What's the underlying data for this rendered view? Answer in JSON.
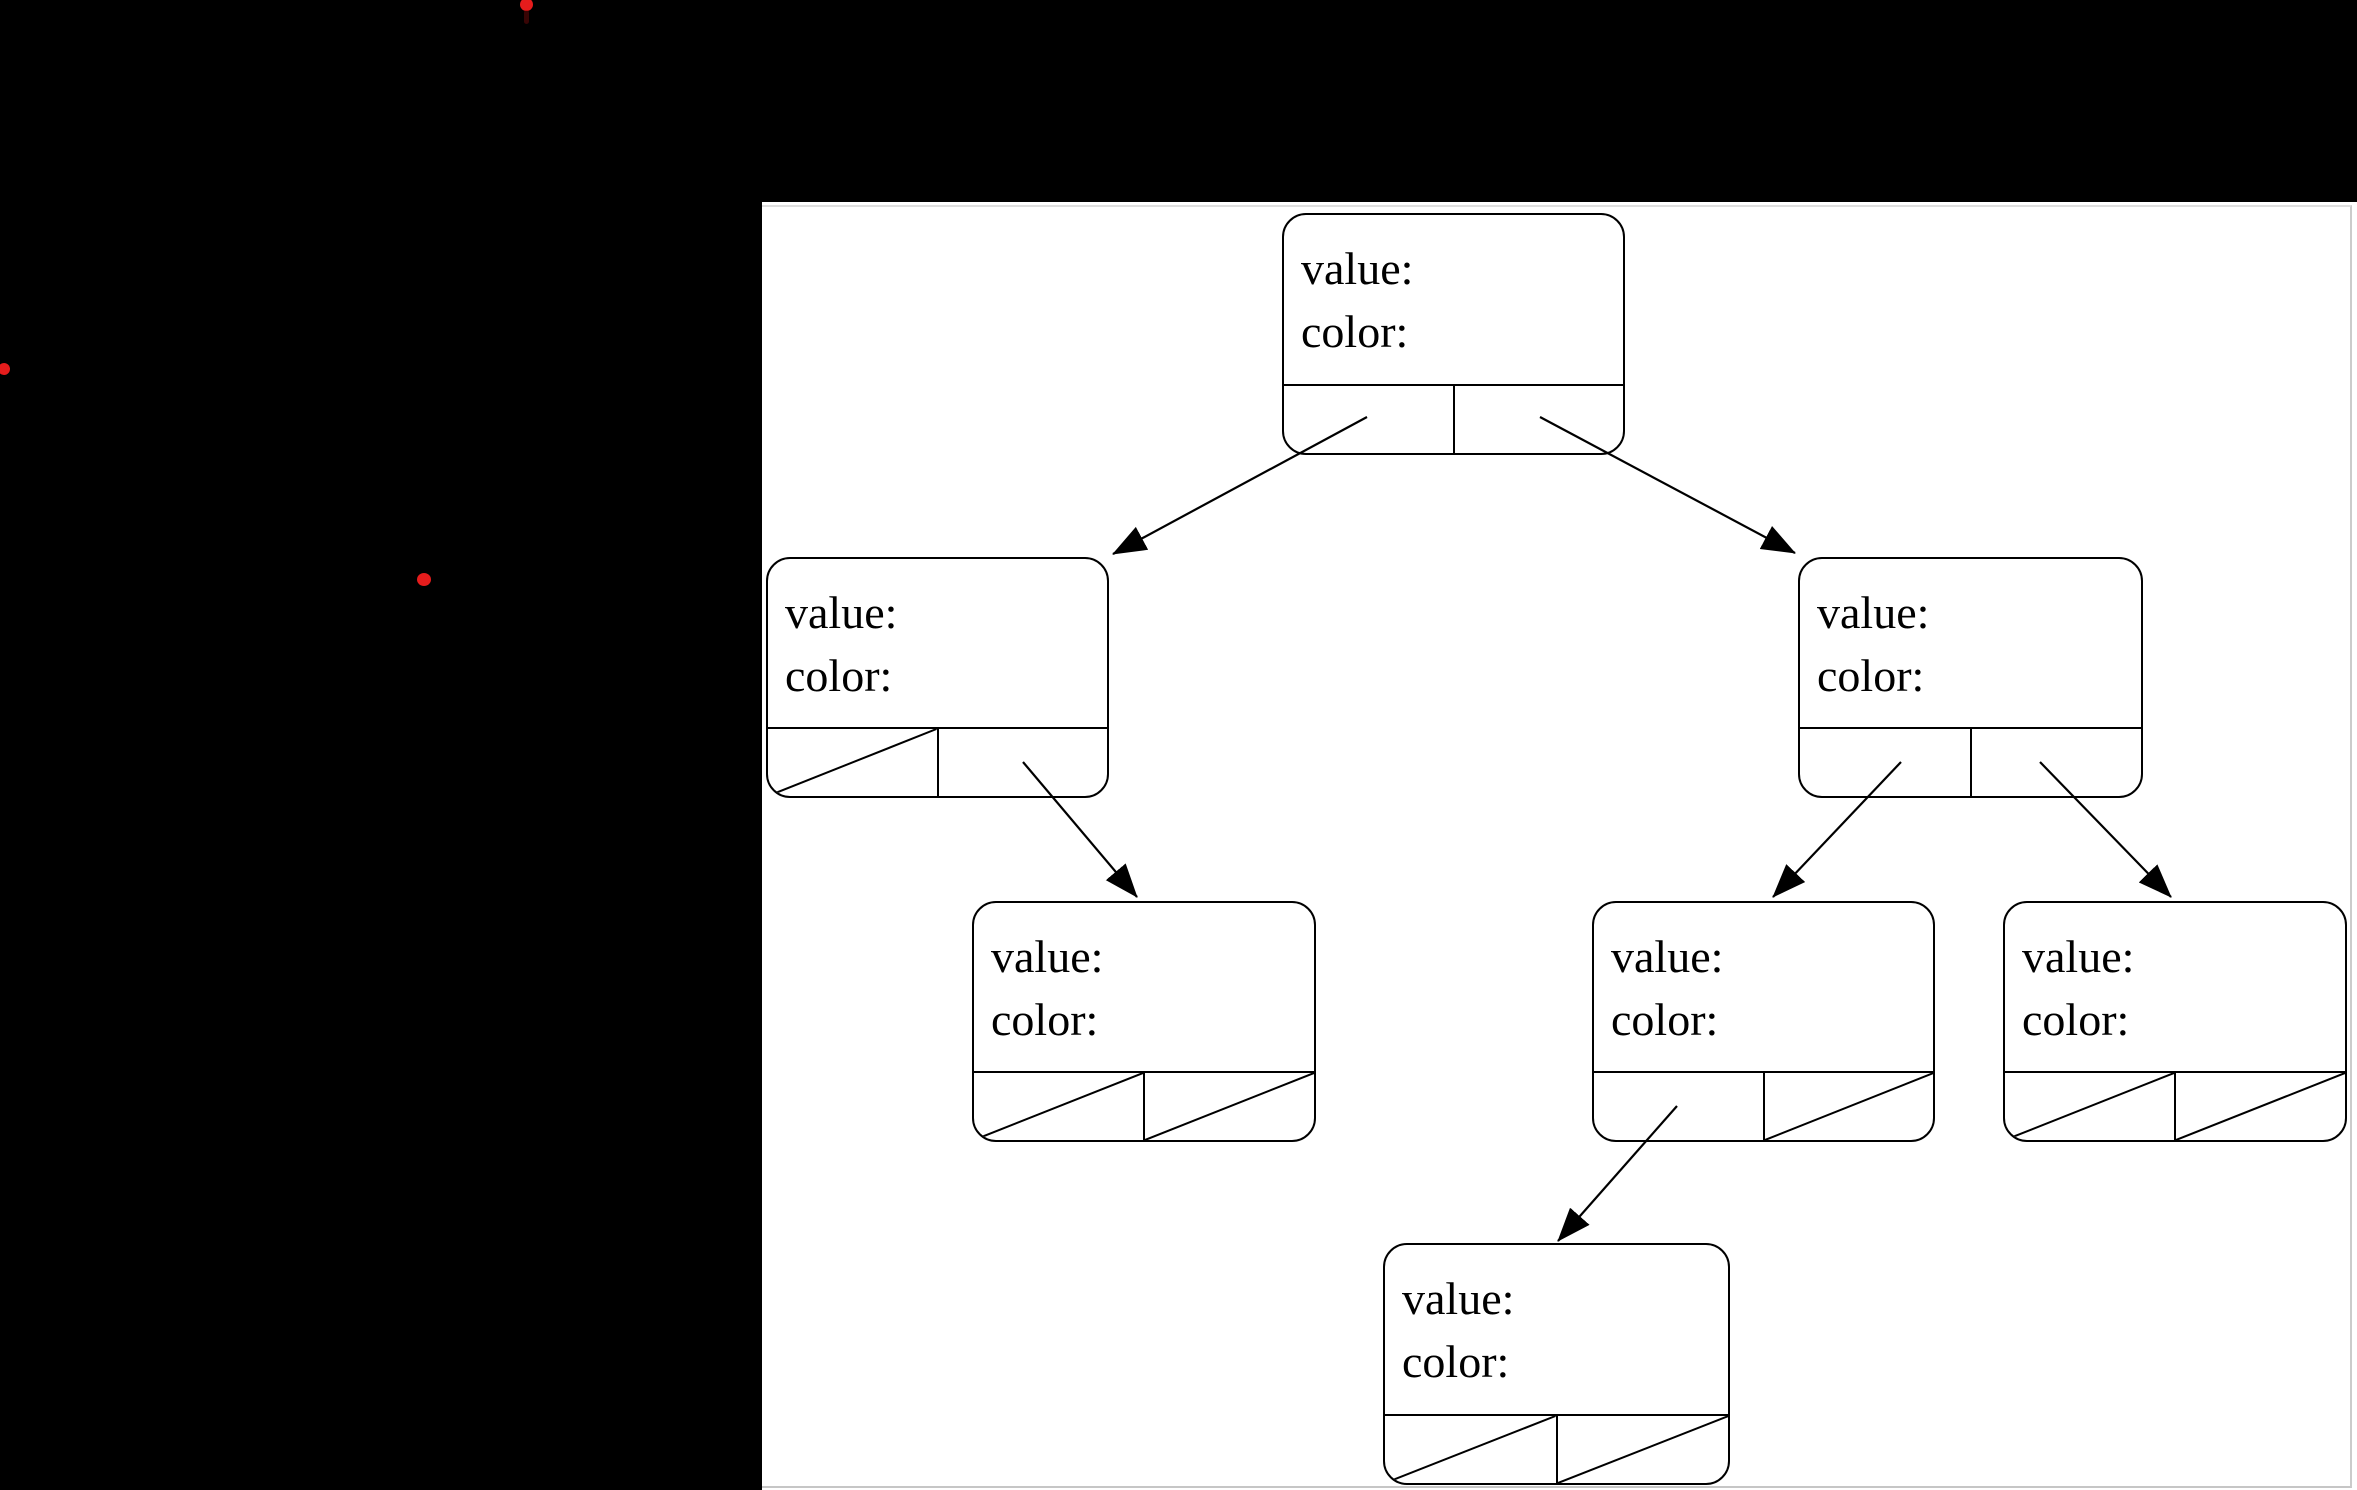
{
  "node_labels": {
    "value": "value:",
    "color": "color:"
  },
  "diagram": {
    "type": "binary-tree-node-diagram",
    "node_field_labels": [
      "value:",
      "color:"
    ],
    "pointer_cells_per_node": 2,
    "null_pointer_style": "diagonal-slash",
    "nodes": [
      {
        "id": "root",
        "fields": [
          "value:",
          "color:"
        ],
        "left": "left-child",
        "right": "right-child"
      },
      {
        "id": "left-child",
        "fields": [
          "value:",
          "color:"
        ],
        "left": null,
        "right": "left-right-grandchild"
      },
      {
        "id": "right-child",
        "fields": [
          "value:",
          "color:"
        ],
        "left": "right-left-grandchild",
        "right": "right-right-grandchild"
      },
      {
        "id": "left-right-grandchild",
        "fields": [
          "value:",
          "color:"
        ],
        "left": null,
        "right": null
      },
      {
        "id": "right-left-grandchild",
        "fields": [
          "value:",
          "color:"
        ],
        "left": "right-left-left-greatgrandchild",
        "right": null
      },
      {
        "id": "right-right-grandchild",
        "fields": [
          "value:",
          "color:"
        ],
        "left": null,
        "right": null
      },
      {
        "id": "right-left-left-greatgrandchild",
        "fields": [
          "value:",
          "color:"
        ],
        "left": null,
        "right": null
      }
    ],
    "edges": [
      {
        "from": "root.left",
        "to": "left-child"
      },
      {
        "from": "root.right",
        "to": "right-child"
      },
      {
        "from": "left-child.right",
        "to": "left-right-grandchild"
      },
      {
        "from": "right-child.left",
        "to": "right-left-grandchild"
      },
      {
        "from": "right-child.right",
        "to": "right-right-grandchild"
      },
      {
        "from": "right-left-grandchild.left",
        "to": "right-left-left-greatgrandchild"
      }
    ]
  },
  "colors": {
    "background": "#000000",
    "page_background": "#ffffff",
    "page_border_gray": "#cccccc",
    "line_black": "#000000",
    "red_dot": "#e51c1c"
  },
  "annotations": {
    "red_dot_count": 3
  }
}
